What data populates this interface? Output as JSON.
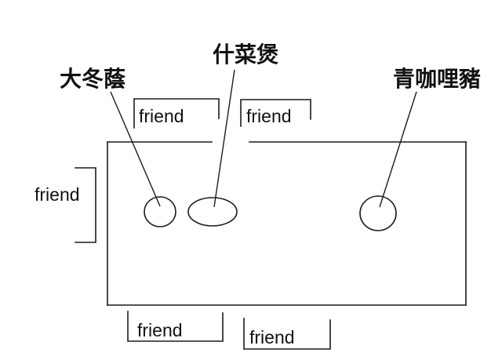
{
  "diagram": {
    "type": "table-seating-diagram",
    "colors": {
      "line": "#1c1c1c",
      "background": "#ffffff",
      "text": "#111111"
    },
    "dishes": [
      {
        "name": "大冬蔭",
        "shape": "circle"
      },
      {
        "name": "什菜煲",
        "shape": "ellipse"
      },
      {
        "name": "青咖哩豬",
        "shape": "circle"
      }
    ],
    "seats": [
      {
        "position": "top-left",
        "label": "friend"
      },
      {
        "position": "top-right",
        "label": "friend"
      },
      {
        "position": "left",
        "label": "friend"
      },
      {
        "position": "bottom-left",
        "label": "friend"
      },
      {
        "position": "bottom-right",
        "label": "friend"
      }
    ]
  }
}
